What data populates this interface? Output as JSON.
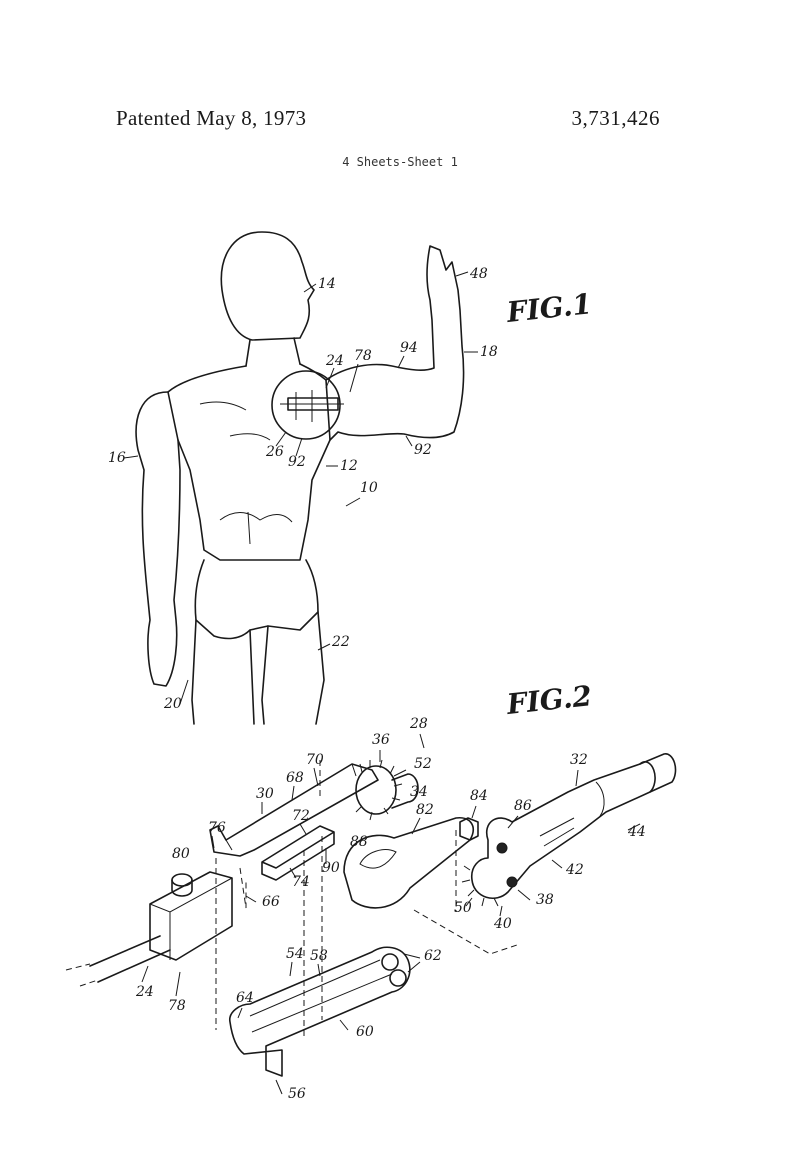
{
  "header": {
    "patent_date": "Patented May 8, 1973",
    "patent_number": "3,731,426",
    "sheet_info": "4 Sheets-Sheet 1"
  },
  "figures": {
    "fig1_label": "FIG.1",
    "fig2_label": "FIG.2"
  },
  "fig1_refs": [
    "14",
    "48",
    "24",
    "78",
    "94",
    "18",
    "26",
    "92",
    "92",
    "12",
    "16",
    "10",
    "22",
    "20"
  ],
  "fig2_refs": [
    "28",
    "36",
    "70",
    "52",
    "32",
    "30",
    "68",
    "34",
    "84",
    "82",
    "86",
    "72",
    "76",
    "88",
    "44",
    "80",
    "74",
    "90",
    "42",
    "66",
    "50",
    "38",
    "40",
    "54",
    "58",
    "62",
    "24",
    "78",
    "64",
    "60",
    "56"
  ]
}
